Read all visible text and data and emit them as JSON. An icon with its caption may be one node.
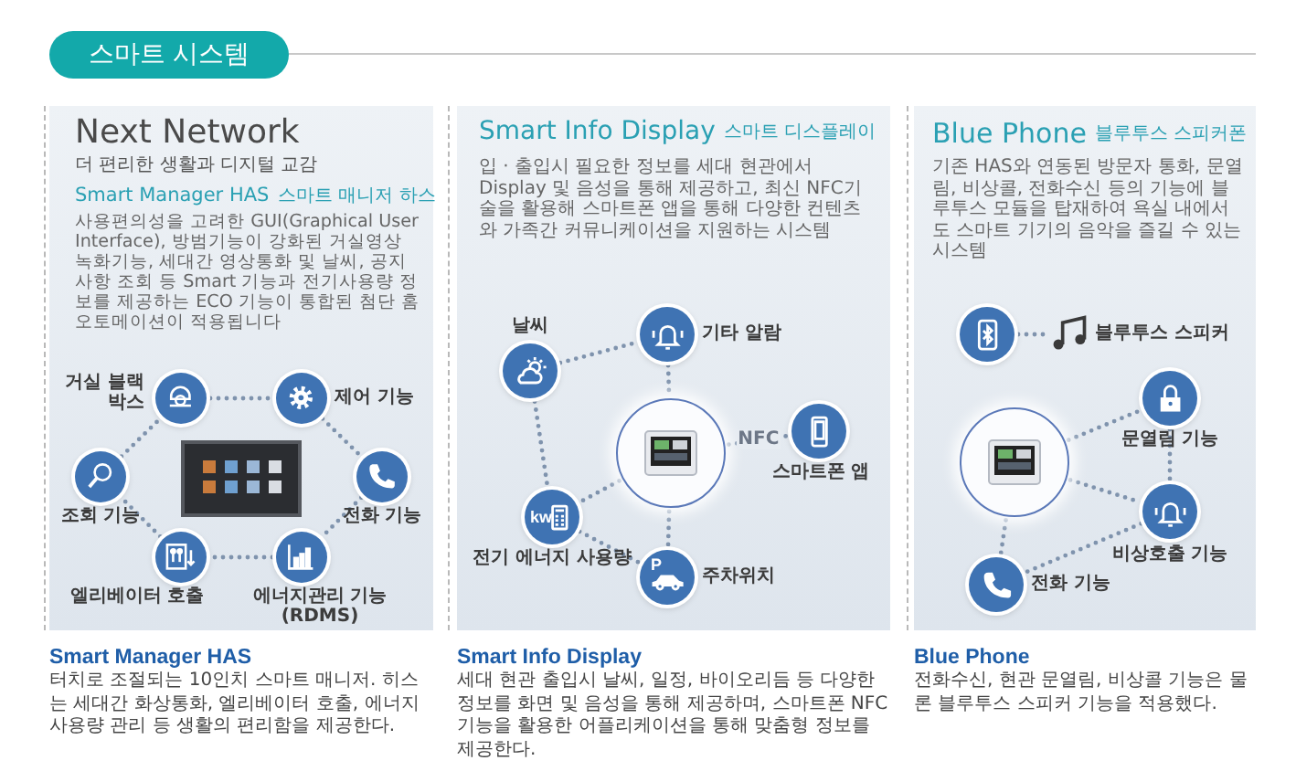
{
  "diagram": {
    "title": "스마트 시스템",
    "nodes": [
      {
        "text": [
          "Next Network",
          "더 편리한 생활과 디지털 교감",
          "Smart Manager HAS",
          "스마트 매니저 하스",
          "사용편의성을 고려한 GUI(Graphical User Interface), 방범기능이 강화된 거실영상 녹화기능, 세대간 영상통화 및 날씨, 공지사항 조회 등 Smart 기능과 전기사용량 정보를 제공하는 ECO 기능이 통합된 첨단 홈오토메이션이 적용됩니다"
        ],
        "beside": [
          "Smart Manager HAS",
          "터치로 조절되는 10인치 스마트 매니저. 히스는 세대간 화상통화, 엘리베이터 호출, 에너지 사용량 관리 등 생활의 편리함을 제공한다."
        ]
      },
      {
        "text": [],
        "shape": "picture",
        "in": 0
      },
      {
        "text": [
          "거실 블랙박스"
        ],
        "in": 0
      },
      {
        "text": [
          "제어 기능"
        ],
        "in": 0
      },
      {
        "text": [
          "조회 기능"
        ],
        "in": 0
      },
      {
        "text": [
          "전화 기능"
        ],
        "in": 0
      },
      {
        "text": [
          "엘리베이터 호출"
        ],
        "in": 0
      },
      {
        "text": [
          "에너지관리 기능(RDMS)"
        ],
        "in": 0
      },
      {
        "text": [
          "Smart Info Display",
          "스마트 디스플레이",
          "입 · 출입시 필요한 정보를 세대 현관에서 Display 및 음성을 통해 제공하고, 최신 NFC기술을 활용해 스마트폰 앱을 통해 다양한 컨텐츠와 가족간 커뮤니케이션을 지원하는 시스템"
        ],
        "beside": [
          "Smart Info Display",
          "세대 현관 출입시 날씨, 일정, 바이오리듬 등 다양한 정보를 화면 및 음성을 통해 제공하며, 스마트폰 NFC 기능을 활용한 어플리케이션을 통해 맞춤형 정보를 제공한다."
        ]
      },
      {
        "text": [],
        "shape": "picture",
        "in": 8
      },
      {
        "text": [
          "날씨"
        ],
        "in": 8
      },
      {
        "text": [
          "기타 알람"
        ],
        "in": 8
      },
      {
        "text": [
          "스마트폰 앱"
        ],
        "in": 8
      },
      {
        "text": [
          "전기 에너지 사용량"
        ],
        "in": 8
      },
      {
        "text": [
          "주차위치"
        ],
        "in": 8
      },
      {
        "text": [
          "Blue Phone",
          "블루투스 스피커폰",
          "기존 HAS와 연동된 방문자 통화, 문열림, 비상콜, 전화수신 등의 기능에 블루투스 모듈을 탑재하여 욕실 내에서도 스마트 기기의 음악을 즐길 수 있는 시스템"
        ],
        "beside": [
          "Blue Phone",
          "전화수신, 현관 문열림, 비상콜 기능은 물론 블루투스 스피커 기능을 적용했다."
        ]
      },
      {
        "text": [],
        "shape": "circle",
        "in": 15
      },
      {
        "text": [
          "블루투스 스피커"
        ],
        "in": 15
      },
      {
        "text": [],
        "shape": "picture",
        "in": 15
      },
      {
        "text": [
          "문열림 기능"
        ],
        "in": 15
      },
      {
        "text": [
          "비상호출 기능"
        ],
        "in": 15
      },
      {
        "text": [
          "전화 기능"
        ],
        "in": 15
      }
    ],
    "edges": [
      {
        "from": 2,
        "to": 3,
        "arrow": "none",
        "style": "dashed"
      },
      {
        "from": 3,
        "to": 5,
        "arrow": "none",
        "style": "dashed"
      },
      {
        "from": 5,
        "to": 7,
        "arrow": "none",
        "style": "dashed"
      },
      {
        "from": 7,
        "to": 6,
        "arrow": "none",
        "style": "dashed"
      },
      {
        "from": 6,
        "to": 4,
        "arrow": "none",
        "style": "dashed"
      },
      {
        "from": 4,
        "to": 2,
        "arrow": "none",
        "style": "dashed"
      },
      {
        "from": 10,
        "to": 11,
        "arrow": "none",
        "style": "dashed"
      },
      {
        "from": 11,
        "to": 9,
        "arrow": "none",
        "style": "dashed"
      },
      {
        "from": 9,
        "to": 12,
        "label": "NFC",
        "arrow": "none",
        "style": "dashed"
      },
      {
        "from": 10,
        "to": 13,
        "arrow": "none",
        "style": "dashed"
      },
      {
        "from": 9,
        "to": 13,
        "arrow": "none",
        "style": "dashed"
      },
      {
        "from": 13,
        "to": 14,
        "arrow": "none",
        "style": "dashed"
      },
      {
        "from": 9,
        "to": 14,
        "arrow": "none",
        "style": "dashed"
      },
      {
        "from": 16,
        "to": 17,
        "arrow": "none",
        "style": "dashed"
      },
      {
        "from": 18,
        "to": 19,
        "arrow": "none",
        "style": "dashed"
      },
      {
        "from": 19,
        "to": 20,
        "arrow": "none",
        "style": "dashed"
      },
      {
        "from": 18,
        "to": 20,
        "arrow": "none",
        "style": "dashed"
      },
      {
        "from": 18,
        "to": 21,
        "arrow": "none",
        "style": "dashed"
      },
      {
        "from": 20,
        "to": 21,
        "arrow": "none",
        "style": "dashed"
      }
    ],
    "labels": [
      "kw",
      "P"
    ]
  }
}
